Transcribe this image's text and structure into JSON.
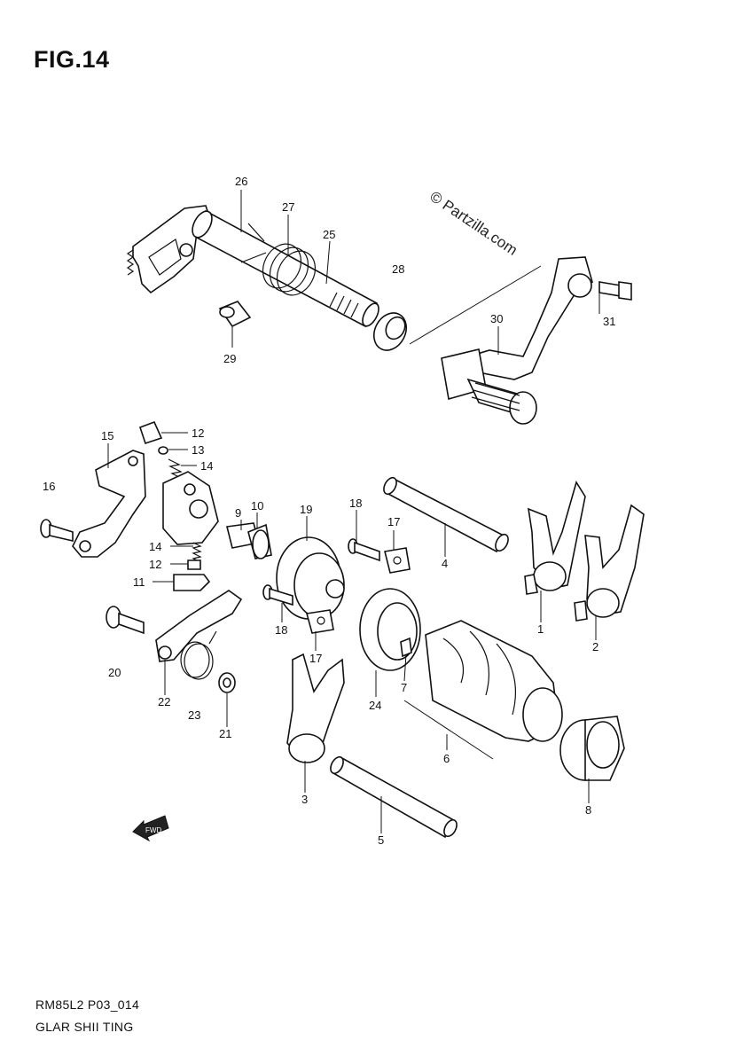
{
  "figure": {
    "title": "FIG.14",
    "watermark": "© Partzilla.com",
    "model_code": "RM85L2 P03_014",
    "caption": "GLAR SHII TING",
    "arrow_label": "FWD"
  },
  "callouts": [
    {
      "id": "c26",
      "label": "26"
    },
    {
      "id": "c27",
      "label": "27"
    },
    {
      "id": "c25",
      "label": "25"
    },
    {
      "id": "c28",
      "label": "28"
    },
    {
      "id": "c29",
      "label": "29"
    },
    {
      "id": "c30",
      "label": "30"
    },
    {
      "id": "c31",
      "label": "31"
    },
    {
      "id": "c15",
      "label": "15"
    },
    {
      "id": "c16",
      "label": "16"
    },
    {
      "id": "c12a",
      "label": "12"
    },
    {
      "id": "c13",
      "label": "13"
    },
    {
      "id": "c14a",
      "label": "14"
    },
    {
      "id": "c9",
      "label": "9"
    },
    {
      "id": "c10",
      "label": "10"
    },
    {
      "id": "c19",
      "label": "19"
    },
    {
      "id": "c18a",
      "label": "18"
    },
    {
      "id": "c17a",
      "label": "17"
    },
    {
      "id": "c4",
      "label": "4"
    },
    {
      "id": "c14b",
      "label": "14"
    },
    {
      "id": "c12b",
      "label": "12"
    },
    {
      "id": "c11",
      "label": "11"
    },
    {
      "id": "c18b",
      "label": "18"
    },
    {
      "id": "c17b",
      "label": "17"
    },
    {
      "id": "c20",
      "label": "20"
    },
    {
      "id": "c22",
      "label": "22"
    },
    {
      "id": "c23",
      "label": "23"
    },
    {
      "id": "c21",
      "label": "21"
    },
    {
      "id": "c24",
      "label": "24"
    },
    {
      "id": "c7",
      "label": "7"
    },
    {
      "id": "c6",
      "label": "6"
    },
    {
      "id": "c1",
      "label": "1"
    },
    {
      "id": "c2",
      "label": "2"
    },
    {
      "id": "c3",
      "label": "3"
    },
    {
      "id": "c5",
      "label": "5"
    },
    {
      "id": "c8",
      "label": "8"
    }
  ]
}
